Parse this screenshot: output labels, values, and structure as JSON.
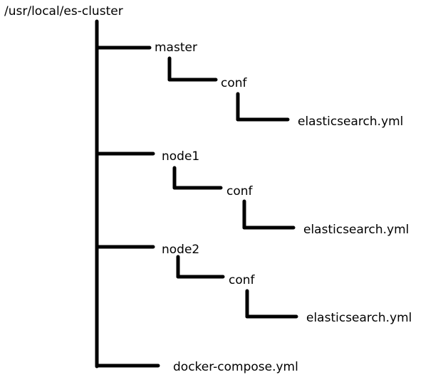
{
  "tree": {
    "root": "/usr/local/es-cluster",
    "master": {
      "label": "master",
      "conf": "conf",
      "file": "elasticsearch.yml"
    },
    "node1": {
      "label": "node1",
      "conf": "conf",
      "file": "elasticsearch.yml"
    },
    "node2": {
      "label": "node2",
      "conf": "conf",
      "file": "elasticsearch.yml"
    },
    "compose": "docker-compose.yml"
  },
  "colors": {
    "line": "#000000",
    "text": "#000000",
    "background": "#ffffff"
  }
}
